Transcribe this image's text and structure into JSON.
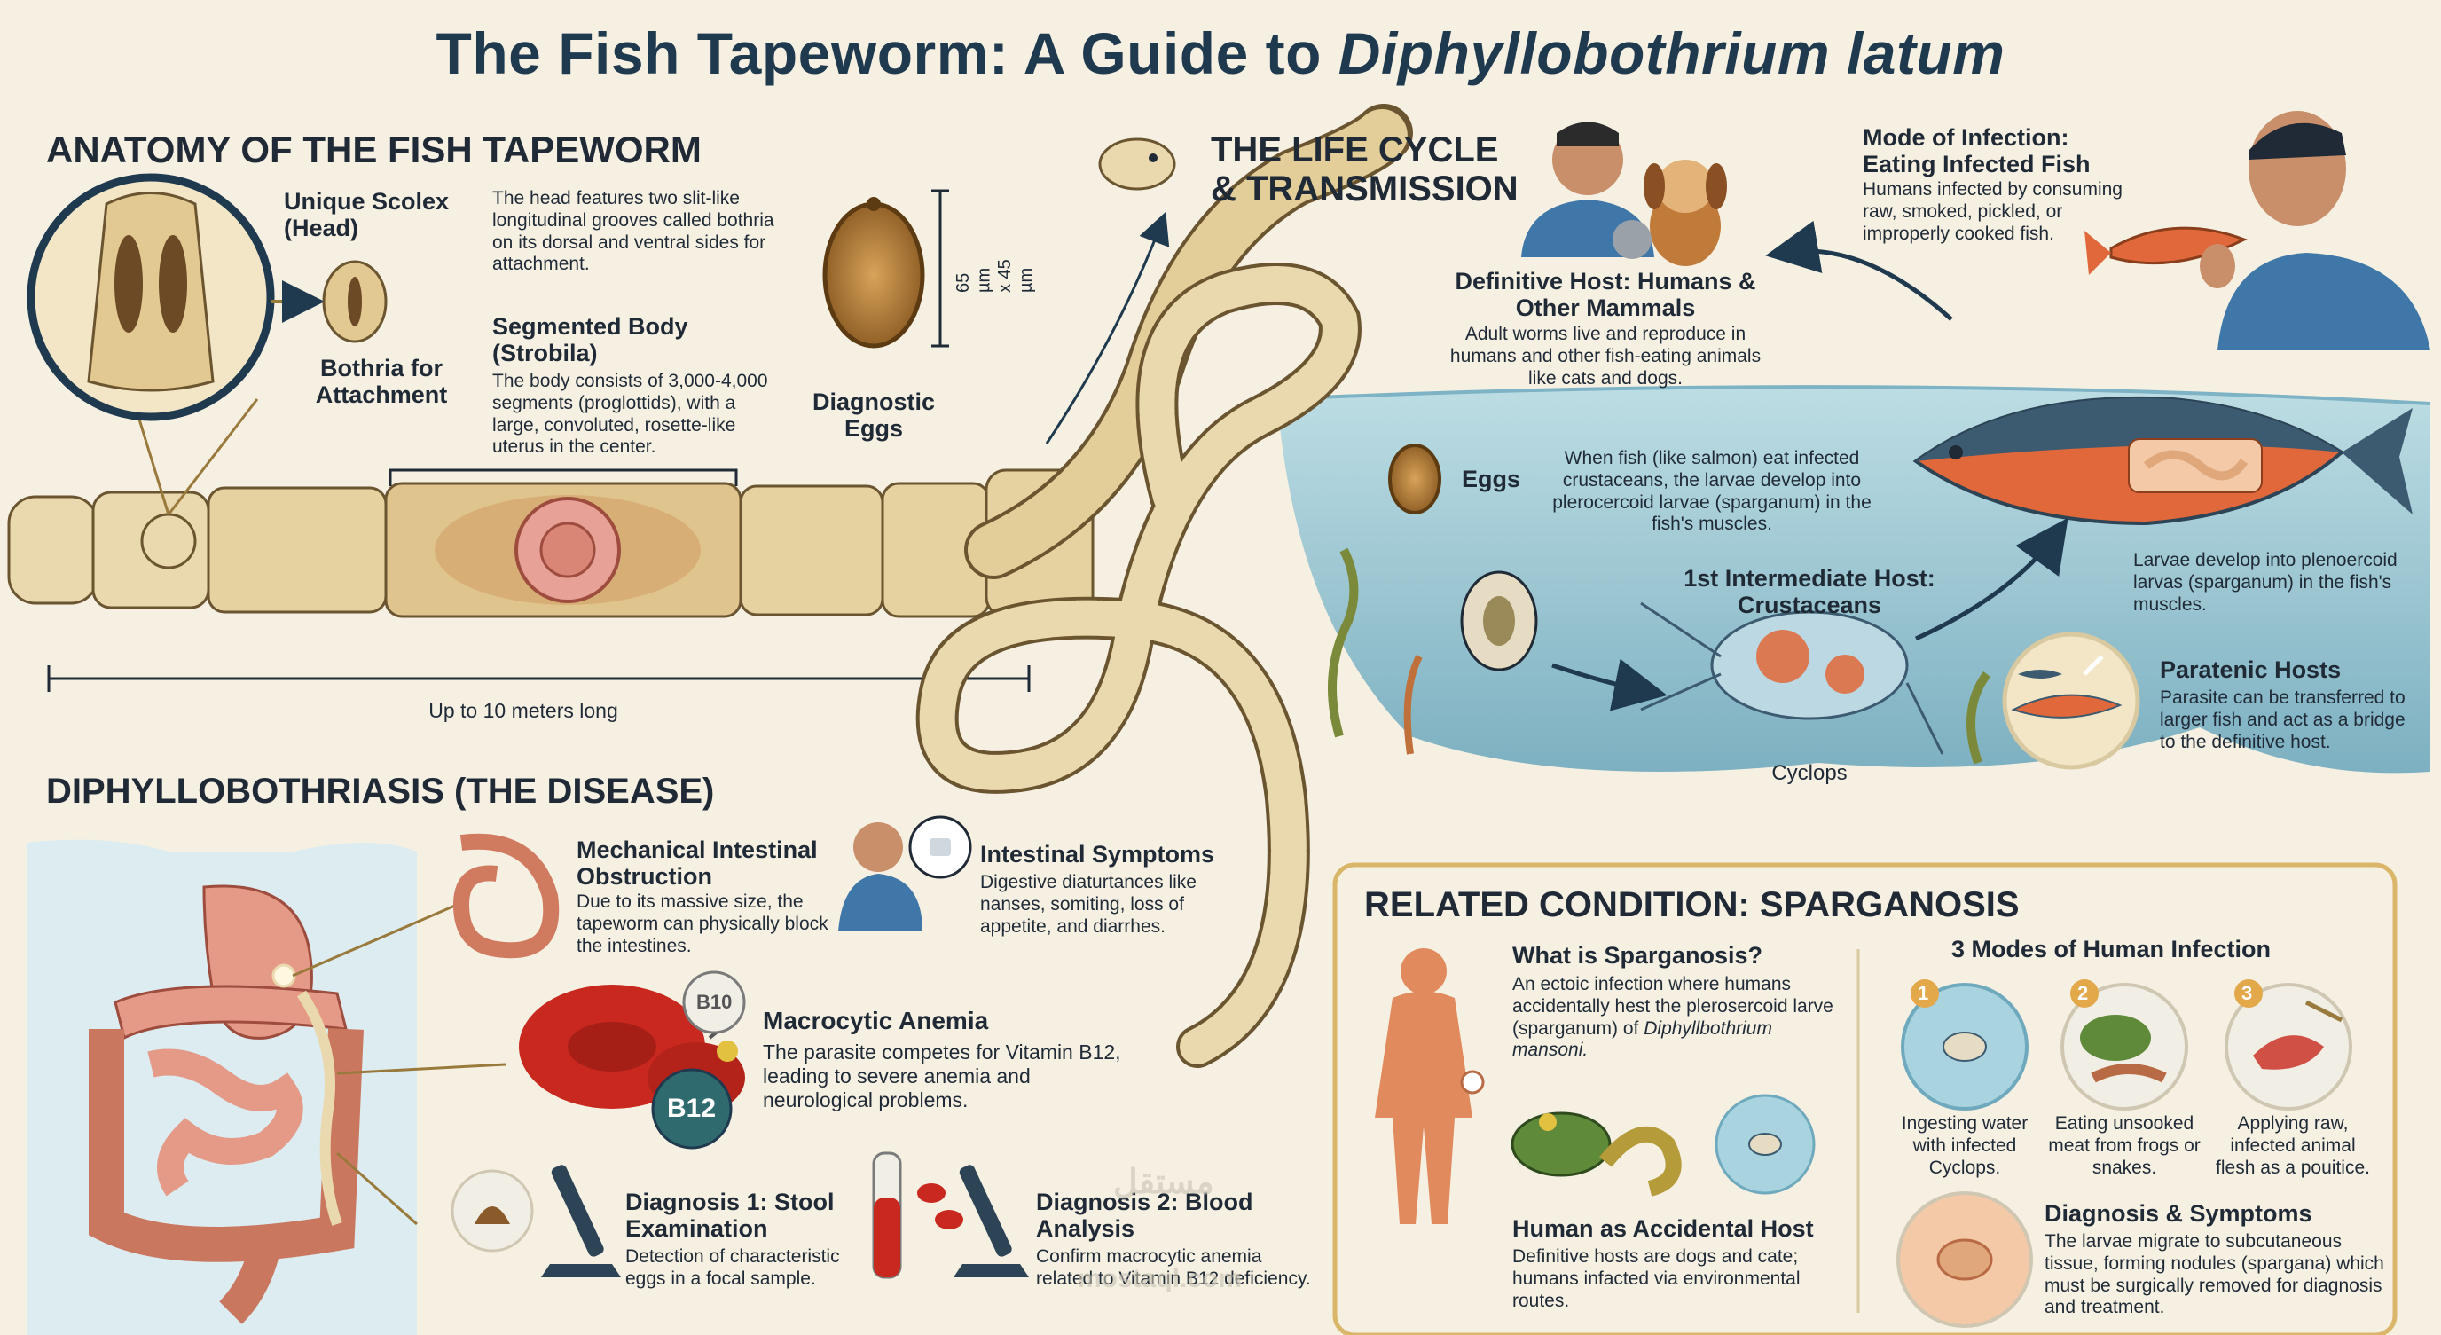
{
  "title": {
    "main": "The Fish Tapeworm: A Guide to ",
    "italic": "Diphyllobothrium latum"
  },
  "anatomy": {
    "heading": "ANATOMY OF THE FISH TAPEWORM",
    "scolex_title": "Unique Scolex (Head)",
    "scolex_text": "The head features two slit-like longitudinal grooves called bothria on its dorsal and ventral sides for attachment.",
    "bothria_label": "Bothria for Attachment",
    "body_title": "Segmented Body (Strobila)",
    "body_text": "The body consists of 3,000-4,000 segments (proglottids), with a large, convoluted, rosette-like uterus in the center.",
    "egg_size": "65 µm x 45 µm",
    "egg_label": "Diagnostic Eggs",
    "length_label": "Up to 10 meters long"
  },
  "lifecycle": {
    "heading": "THE LIFE CYCLE & TRANSMISSION",
    "definitive_title": "Definitive Host: Humans & Other Mammals",
    "definitive_text": "Adult worms live and reproduce in humans and other fish-eating animals like cats and dogs.",
    "mode_title": "Mode of Infection: Eating Infected Fish",
    "mode_text": "Humans infected by consuming raw, smoked, pickled, or improperly cooked fish.",
    "eggs_label": "Eggs",
    "fish_text": "When fish (like salmon) eat infected crustaceans, the larvae develop into plerocercoid larvae (sparganum) in the fish's muscles.",
    "first_host_title": "1st Intermediate Host: Crustaceans",
    "cyclops_label": "Cyclops",
    "larvae_text": "Larvae develop into plenoercoid larvas (sparganum) in the fish's muscles.",
    "paratenic_title": "Paratenic Hosts",
    "paratenic_text": "Parasite can be transferred to larger fish and act as a bridge to the definitive host."
  },
  "disease": {
    "heading": "DIPHYLLOBOTHRIASIS (THE DISEASE)",
    "obstruction_title": "Mechanical Intestinal Obstruction",
    "obstruction_text": "Due to its massive size, the tapeworm can physically block the intestines.",
    "intestinal_title": "Intestinal Symptoms",
    "intestinal_text": "Digestive diaturtances like nanses, somiting, loss of appetite, and diarrhes.",
    "anemia_title": "Macrocytic Anemia",
    "anemia_text": "The parasite competes for Vitamin B12, leading to severe anemia and neurological problems.",
    "b10": "B10",
    "b12": "B12",
    "diag1_title": "Diagnosis 1: Stool Examination",
    "diag1_text": "Detection of characteristic eggs in a focal sample.",
    "diag2_title": "Diagnosis 2: Blood Analysis",
    "diag2_text": "Confirm macrocytic anemia related to Vitamin B12 deficiency."
  },
  "sparganosis": {
    "heading": "RELATED CONDITION: SPARGANOSIS",
    "what_title": "What is Sparganosis?",
    "what_text": "An ectoic infection where humans accidentally hest the plerosercoid larve (sparganum) of ",
    "what_italic": "Diphyllbothrium mansoni.",
    "accidental_title": "Human as Accidental Host",
    "accidental_text": "Definitive hosts are dogs and cate; humans infacted via environmental routes.",
    "modes_title": "3 Modes of Human Infection",
    "mode1_num": "1",
    "mode1_text": "Ingesting water with infected Cyclops.",
    "mode2_num": "2",
    "mode2_text": "Eating unsooked meat from frogs or snakes.",
    "mode3_num": "3",
    "mode3_text": "Applying raw, infected animal flesh as a pouitice.",
    "diag_title": "Diagnosis & Symptoms",
    "diag_text": "The larvae migrate to subcutaneous tissue, forming nodules (spargana) which must be surgically removed for diagnosis and treatment."
  },
  "watermark": {
    "arabic": "مستقل",
    "latin": "mostaql.com"
  },
  "colors": {
    "title": "#1f3a4f",
    "background": "#f6f0e2",
    "water": "#a9d3df",
    "worm": "#e6d4a8",
    "anemia": "#c8281e",
    "salmon": "#e0683a"
  }
}
